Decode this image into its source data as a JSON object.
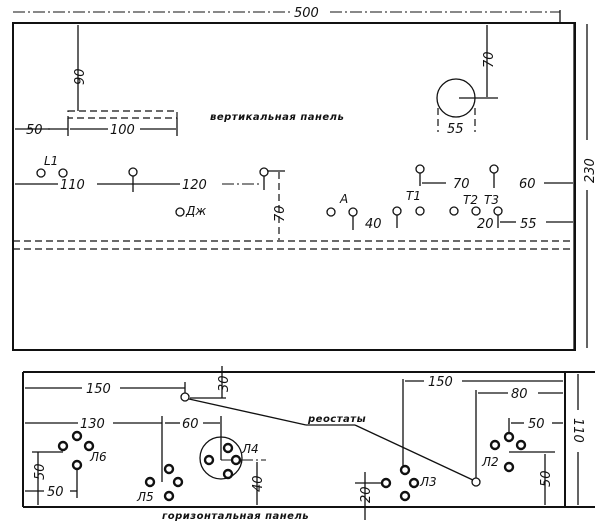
{
  "drawing": {
    "vertical_panel": {
      "caption": "вертикальная панель",
      "dimensions": {
        "width": "500",
        "height": "230",
        "slot_top_offset": "90",
        "slot_left_offset": "50",
        "slot_length": "100",
        "meter_top_offset": "70",
        "meter_diameter": "55",
        "row_left_offset": "110",
        "row_spacing_120": "120",
        "row_depth_70": "70",
        "spacing_40": "40",
        "spacing_70": "70",
        "spacing_60": "60",
        "spacing_20": "20",
        "spacing_55": "55"
      },
      "labels": {
        "L1": "L1",
        "Dzh": "Дж",
        "A": "А",
        "T1": "T1",
        "T2": "T2",
        "T3": "T3"
      }
    },
    "horizontal_panel": {
      "caption": "горизонтальная панель",
      "rheostats_label": "реостаты",
      "dimensions": {
        "height": "110",
        "rheo1_left": "150",
        "rheo1_top": "30",
        "l5_left": "130",
        "l4_offset": "60",
        "l4_bottom": "40",
        "l6_vertical": "50",
        "l6_horizontal": "50",
        "rheo2_right": "150",
        "l2_right": "80",
        "l1_right": "50",
        "l1_bottom": "50",
        "l3_bottom": "20"
      },
      "labels": {
        "L2": "Л2",
        "L3": "Л3",
        "L4": "Л4",
        "L5": "Л5",
        "L6": "Л6"
      }
    }
  }
}
